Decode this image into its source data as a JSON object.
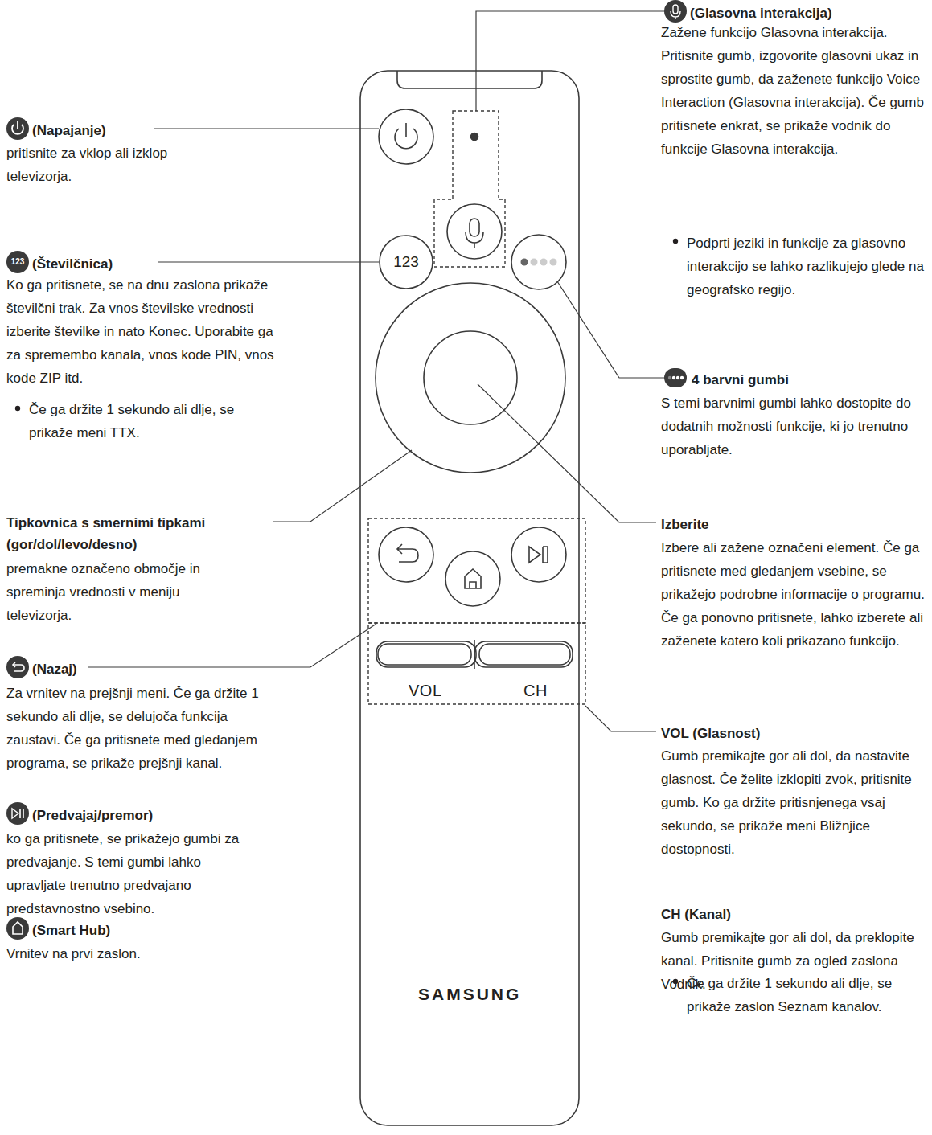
{
  "diagram": {
    "nodes": [
      {
        "text": [
          "123"
        ]
      }
    ],
    "labels": [
      "(Napajanje)",
      "pritisnite za vklop ali izklop televizorja.",
      "123",
      "(Številčnica)",
      "Ko ga pritisnete, se na dnu zaslona prikaže številčni trak. Za vnos številske vrednosti izberite številke in nato Konec. Uporabite ga za spremembo kanala, vnos kode PIN, vnos kode ZIP itd.",
      "Če ga držite 1 sekundo ali dlje, se prikaže meni TTX.",
      "Tipkovnica s smernimi tipkami (gor/dol/levo/desno)",
      "premakne označeno območje in spreminja vrednosti v meniju televizorja.",
      "(Nazaj)",
      "Za vrnitev na prejšnji meni. Če ga držite 1 sekundo ali dlje, se delujoča funkcija zaustavi. Če ga pritisnete med gledanjem programa, se prikaže prejšnji kanal.",
      "(Predvajaj/premor)",
      "ko ga pritisnete, se prikažejo gumbi za predvajanje. S temi gumbi lahko upravljate trenutno predvajano predstavnostno vsebino.",
      "(Smart Hub)",
      "Vrnitev na prvi zaslon.",
      "(Glasovna interakcija)",
      "Zažene funkcijo Glasovna interakcija. Pritisnite gumb, izgovorite glasovni ukaz in sprostite gumb, da zaženete funkcijo Voice Interaction (Glasovna interakcija). Če gumb pritisnete enkrat, se prikaže vodnik do funkcije Glasovna interakcija.",
      "Podprti jeziki in funkcije za glasovno interakcijo se lahko razlikujejo glede na geografsko regijo.",
      "4 barvni gumbi",
      "S temi barvnimi gumbi lahko dostopite do dodatnih možnosti funkcije, ki jo trenutno uporabljate.",
      "Izberite",
      "Izbere ali zažene označeni element. Če ga pritisnete med gledanjem vsebine, se prikažejo podrobne informacije o programu. Če ga ponovno pritisnete, lahko izberete ali zaženete katero koli prikazano funkcijo.",
      "VOL (Glasnost)",
      "Gumb premikajte gor ali dol, da nastavite glasnost. Če želite izklopiti zvok, pritisnite gumb. Ko ga držite pritisnjenega vsaj sekundo, se prikaže meni Bližnjice dostopnosti.",
      "CH (Kanal)",
      "Gumb premikajte gor ali dol, da preklopite kanal. Pritisnite gumb za ogled zaslona Vodnik.",
      "Če ga držite 1 sekundo ali dlje, se prikaže zaslon Seznam kanalov.",
      "VOL",
      "CH",
      "SAMSUNG"
    ]
  }
}
